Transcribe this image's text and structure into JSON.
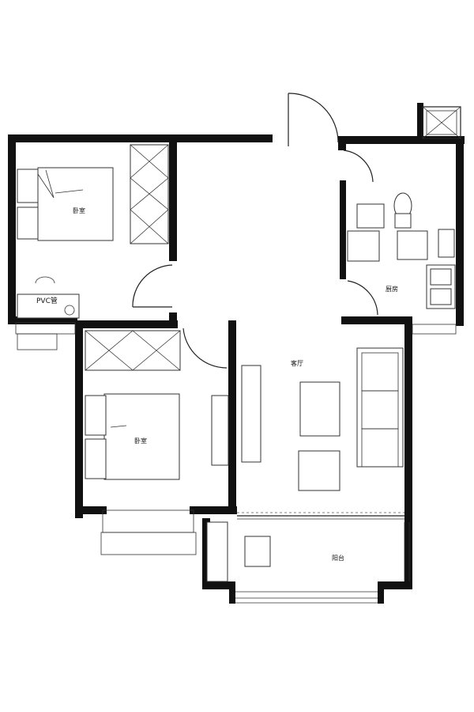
{
  "rooms": {
    "bedroom_top": "卧室",
    "bedroom_bottom": "卧室",
    "living": "客厅",
    "kitchen": "厨房",
    "balcony": "阳台"
  },
  "fixtures": {
    "pvc": "PVC管"
  }
}
